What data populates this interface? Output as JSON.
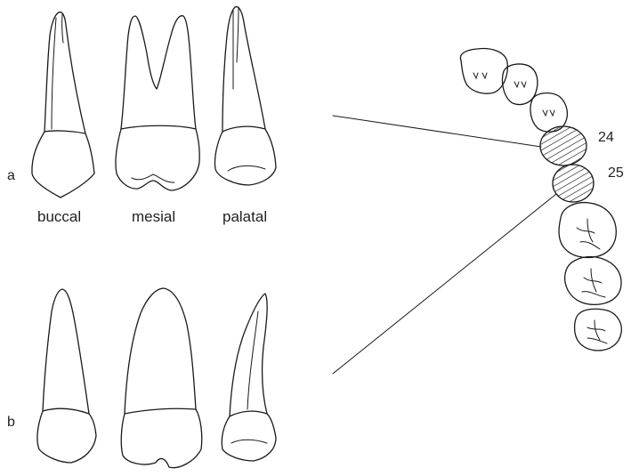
{
  "row_labels": {
    "a": "a",
    "b": "b"
  },
  "view_labels": {
    "buccal": "buccal",
    "mesial": "mesial",
    "palatal": "palatal"
  },
  "tooth_numbers": {
    "first": "24",
    "second": "25"
  },
  "highlight_style": "hatched",
  "ink_color": "#1a1a1a"
}
